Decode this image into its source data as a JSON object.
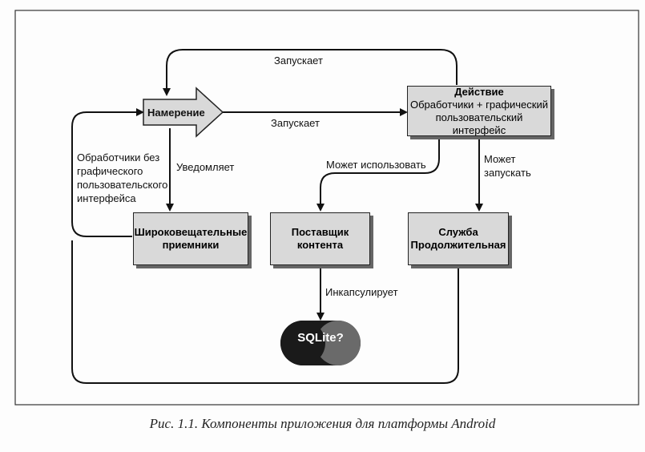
{
  "nodes": {
    "intent": "Намерение",
    "activity_title": "Действие",
    "activity_line1": "Обработчики + графический",
    "activity_line2": "пользовательский интерфейс",
    "broadcast_line1": "Широковещательные",
    "broadcast_line2": "приемники",
    "provider_line1": "Поставщик",
    "provider_line2": "контента",
    "service_line1": "Служба",
    "service_line2": "Продолжительная",
    "sqlite": "SQLite?"
  },
  "edges": {
    "launches_top": "Запускает",
    "launches_mid": "Запускает",
    "notifies": "Уведомляет",
    "handlers_line1": "Обработчики без",
    "handlers_line2": "графического",
    "handlers_line3": "пользовательского",
    "handlers_line4": "интерфейса",
    "may_use": "Может использовать",
    "may_launch_line1": "Может",
    "may_launch_line2": "запускать",
    "encapsulates": "Инкапсулирует"
  },
  "caption": "Рис. 1.1. Компоненты приложения для платформы Android"
}
